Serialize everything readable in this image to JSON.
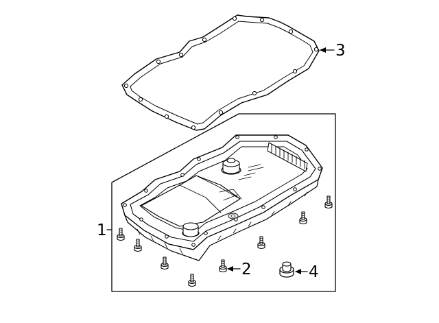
{
  "callouts": {
    "pan_assembly": "1",
    "bolt": "2",
    "gasket": "3",
    "drain_plug": "4"
  },
  "parts": [
    {
      "callout": "1",
      "icon": "oil-pan-icon"
    },
    {
      "callout": "2",
      "icon": "bolt-icon"
    },
    {
      "callout": "3",
      "icon": "gasket-icon"
    },
    {
      "callout": "4",
      "icon": "drain-plug-icon"
    }
  ]
}
